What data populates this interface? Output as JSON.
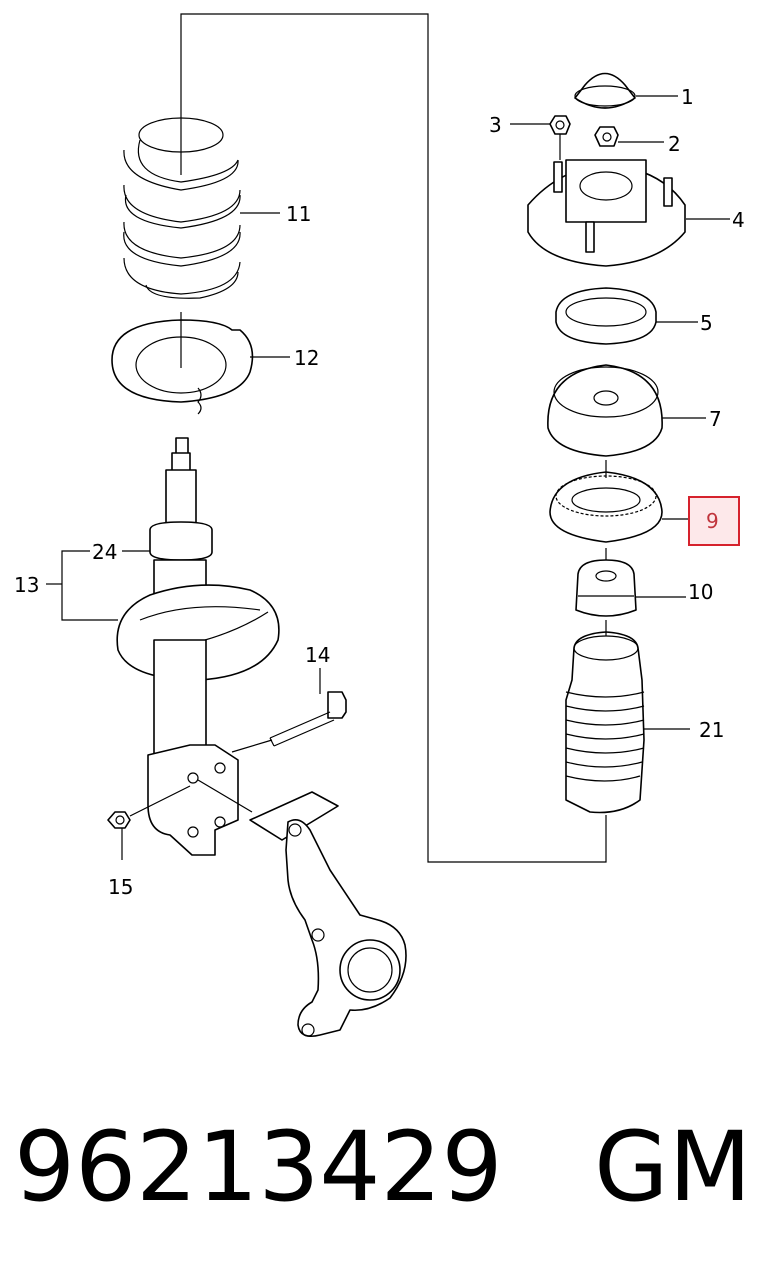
{
  "callouts": [
    {
      "id": "c1",
      "text": "1"
    },
    {
      "id": "c2",
      "text": "2"
    },
    {
      "id": "c3",
      "text": "3"
    },
    {
      "id": "c4",
      "text": "4"
    },
    {
      "id": "c5",
      "text": "5"
    },
    {
      "id": "c7",
      "text": "7"
    },
    {
      "id": "c9",
      "text": "9",
      "highlighted": true
    },
    {
      "id": "c10",
      "text": "10"
    },
    {
      "id": "c11",
      "text": "11"
    },
    {
      "id": "c12",
      "text": "12"
    },
    {
      "id": "c13",
      "text": "13"
    },
    {
      "id": "c14",
      "text": "14"
    },
    {
      "id": "c15",
      "text": "15"
    },
    {
      "id": "c21",
      "text": "21"
    },
    {
      "id": "c24",
      "text": "24"
    }
  ],
  "highlight_color": "#d6222d",
  "highlight_fill": "#fde8ea",
  "caption": {
    "part_number": "96213429",
    "brand": "GM"
  }
}
